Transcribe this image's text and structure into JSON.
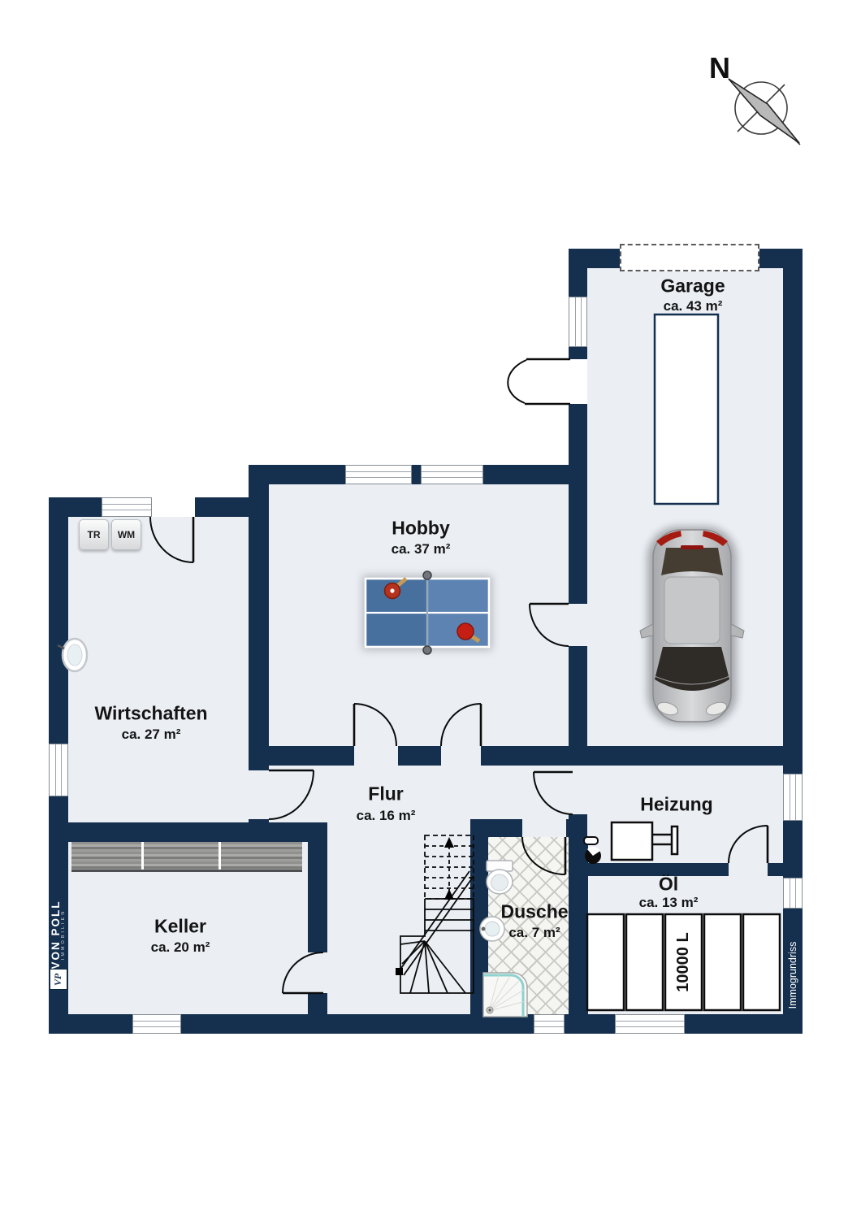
{
  "branding": {
    "company": "VON POLL",
    "company_sub": "IMMOBILIEN",
    "logo": "VP",
    "watermark": "Immogrundriss"
  },
  "compass": {
    "north_label": "N"
  },
  "rooms": {
    "garage": {
      "name": "Garage",
      "area": "ca. 43 m²"
    },
    "hobby": {
      "name": "Hobby",
      "area": "ca. 37 m²"
    },
    "wirtschaften": {
      "name": "Wirtschaften",
      "area": "ca. 27 m²"
    },
    "flur": {
      "name": "Flur",
      "area": "ca. 16 m²"
    },
    "heizung": {
      "name": "Heizung"
    },
    "oel": {
      "name": "Öl",
      "area": "ca. 13 m²"
    },
    "keller": {
      "name": "Keller",
      "area": "ca. 20 m²"
    },
    "dusche": {
      "name": "Dusche",
      "area": "ca. 7 m²"
    }
  },
  "fixtures": {
    "dryer_label": "TR",
    "washer_label": "WM",
    "oil_tank_capacity": "10000 L"
  },
  "colors": {
    "wall": "#15304e",
    "floor": "#ebeff4",
    "table_blue": "#4e79ab",
    "paddle_red": "#bf2b18",
    "shower_teal": "#8ed2cd"
  }
}
